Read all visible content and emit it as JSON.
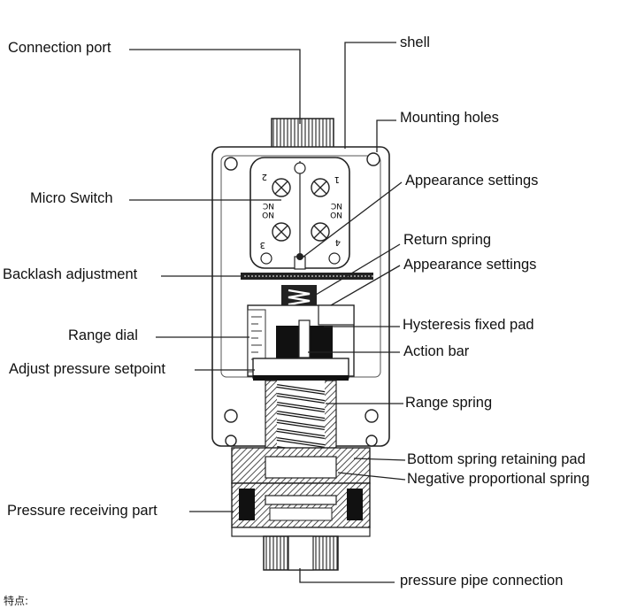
{
  "diagram": {
    "labels": {
      "connection_port": "Connection port",
      "shell": "shell",
      "mounting_holes": "Mounting holes",
      "micro_switch": "Micro Switch",
      "appearance_settings_top": "Appearance settings",
      "return_spring": "Return spring",
      "appearance_settings_mid": "Appearance settings",
      "backlash_adjustment": "Backlash adjustment",
      "range_dial": "Range dial",
      "hysteresis_fixed_pad": "Hysteresis fixed pad",
      "action_bar": "Action bar",
      "adjust_pressure_setpoint": "Adjust pressure setpoint",
      "range_spring": "Range spring",
      "bottom_spring_retaining_pad": "Bottom spring retaining pad",
      "negative_proportional_spring": "Negative proportional spring",
      "pressure_receiving_part": "Pressure receiving part",
      "pressure_pipe_connection": "pressure pipe connection"
    },
    "switch_terminals": {
      "t1": "1",
      "t2": "2",
      "t3": "3",
      "t4": "4",
      "nc_left": "NC",
      "no_left": "NO",
      "nc_right": "NC",
      "no_right": "NO"
    },
    "footer_text": "特点:"
  }
}
